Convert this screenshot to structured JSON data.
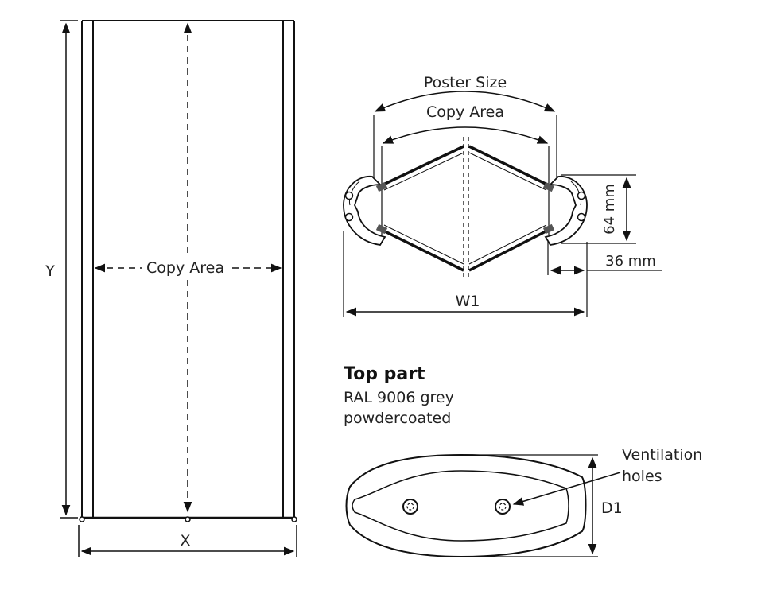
{
  "front_view": {
    "height_label": "Y",
    "width_label": "X",
    "copy_area_label": "Copy Area"
  },
  "section_view": {
    "poster_size_label": "Poster Size",
    "copy_area_label": "Copy Area",
    "width_label": "W1",
    "dim_64_label": "64 mm",
    "dim_36_label": "36 mm"
  },
  "top_part": {
    "title": "Top part",
    "line1": "RAL 9006 grey",
    "line2": "powdercoated",
    "ventilation_line1": "Ventilation",
    "ventilation_line2": "holes",
    "depth_label": "D1"
  }
}
